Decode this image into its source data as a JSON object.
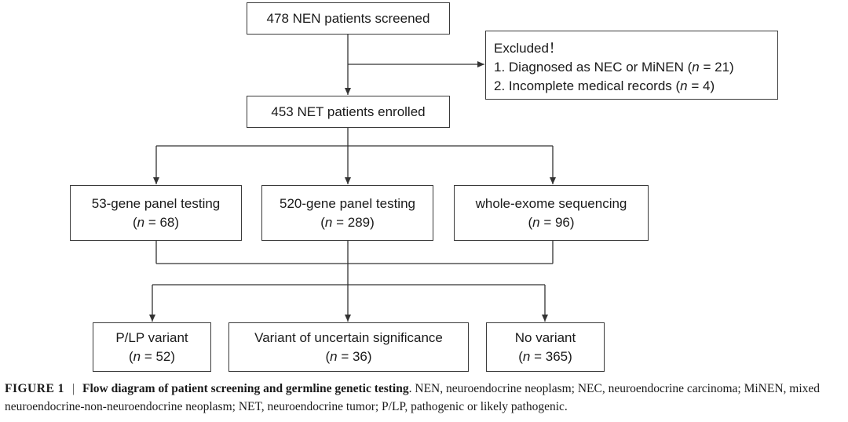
{
  "nodes": {
    "screened": {
      "text": "478 NEN patients screened"
    },
    "excluded": {
      "title": "Excluded！",
      "item1_text": "1. Diagnosed as NEC or MiNEN (",
      "item1_n": "n",
      "item1_val": " = 21)",
      "item2_text": "2. Incomplete medical records (",
      "item2_n": "n",
      "item2_val": " = 4)"
    },
    "enrolled": {
      "text": "453 NET patients enrolled"
    },
    "panel53": {
      "label": "53-gene panel testing",
      "n": "n",
      "val": " = 68)"
    },
    "panel520": {
      "label": "520-gene panel testing",
      "n": "n",
      "val": " = 289)"
    },
    "wes": {
      "label": "whole-exome sequencing",
      "n": "n",
      "val": " = 96)"
    },
    "plp": {
      "label": "P/LP variant",
      "n": "n",
      "val": " = 52)"
    },
    "vus": {
      "label": "Variant of uncertain significance",
      "n": "n",
      "val": " = 36)"
    },
    "novar": {
      "label": "No variant",
      "n": "n",
      "val": " = 365)"
    }
  },
  "open_paren": "(",
  "caption": {
    "label": "FIGURE 1",
    "sep": "|",
    "title": "Flow diagram of patient screening and germline genetic testing",
    "body": ". NEN, neuroendocrine neoplasm; NEC, neuroendocrine carcinoma; MiNEN, mixed neuroendocrine-non-neuroendocrine neoplasm; NET, neuroendocrine tumor; P/LP, pathogenic or likely pathogenic."
  }
}
